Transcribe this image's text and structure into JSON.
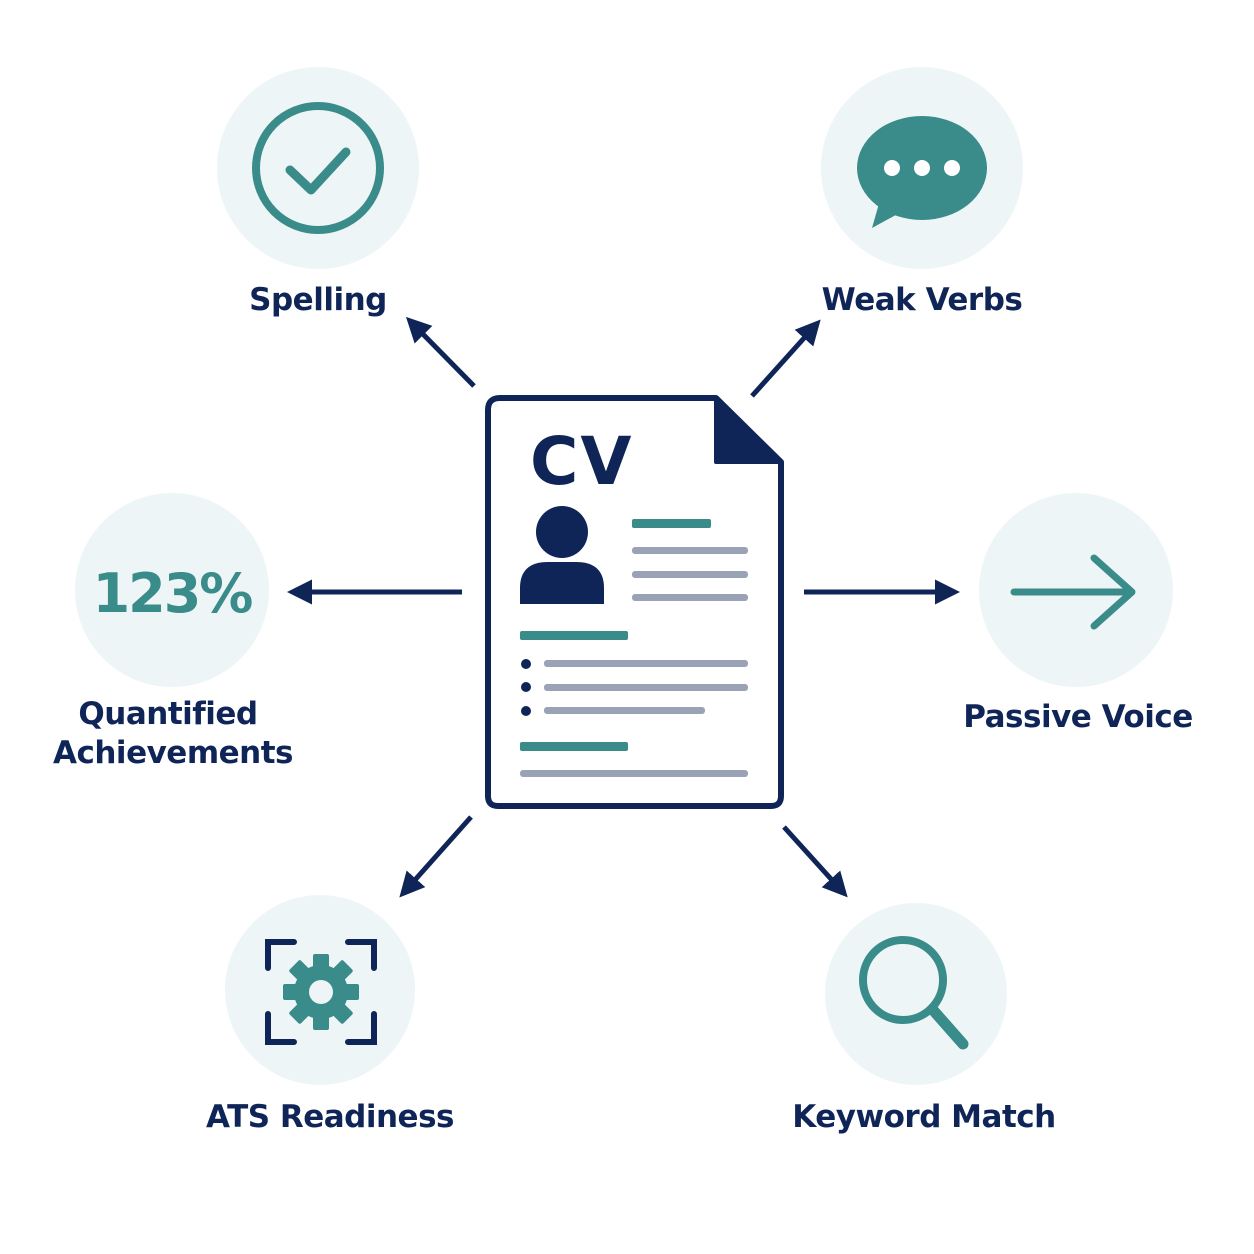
{
  "document": {
    "title": "CV"
  },
  "features": [
    {
      "id": "spelling",
      "label": "Spelling",
      "icon": "check-circle-icon"
    },
    {
      "id": "weak-verbs",
      "label": "Weak Verbs",
      "icon": "speech-bubble-icon"
    },
    {
      "id": "quantified",
      "label_line1": "Quantified",
      "label_line2": "Achievements",
      "icon_text": "123%"
    },
    {
      "id": "passive-voice",
      "label": "Passive Voice",
      "icon": "arrow-right-icon"
    },
    {
      "id": "ats",
      "label": "ATS Readiness",
      "icon": "gear-scan-icon"
    },
    {
      "id": "keyword",
      "label": "Keyword Match",
      "icon": "magnifier-icon"
    }
  ],
  "colors": {
    "navy": "#0f2557",
    "teal": "#3a8c8a",
    "circle_bg": "#eef5f6",
    "gray_line": "#9aa3b5"
  }
}
